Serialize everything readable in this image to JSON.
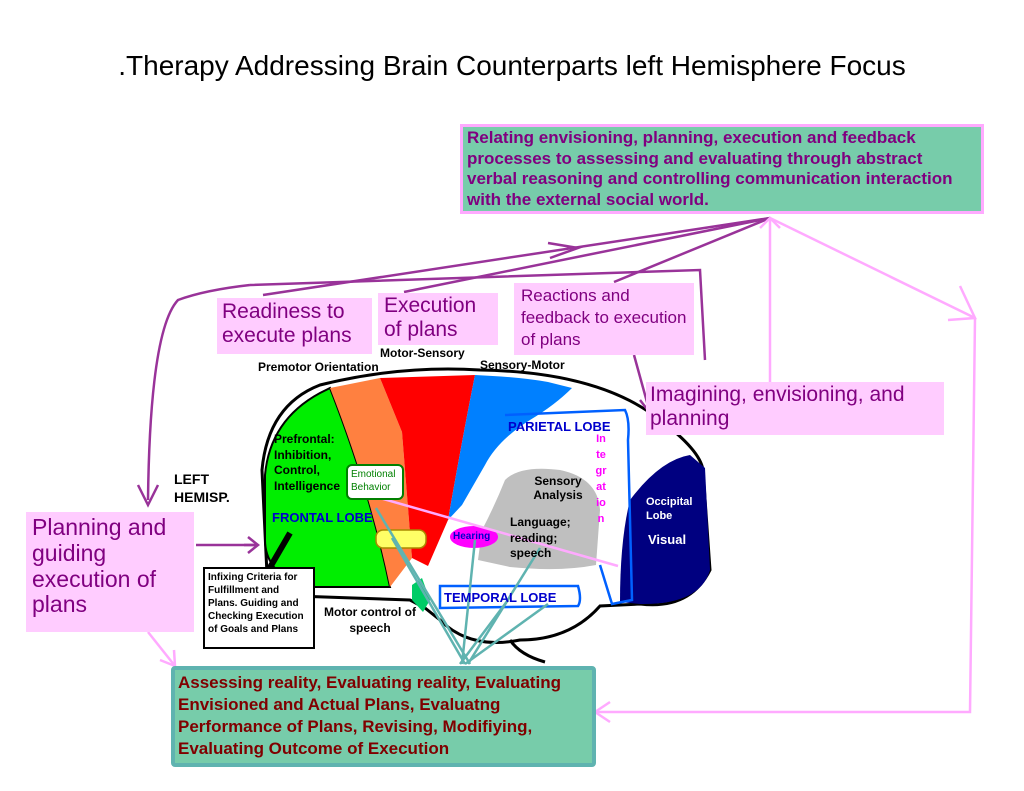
{
  "title": ".Therapy Addressing Brain Counterparts left Hemisphere Focus",
  "boxes": {
    "top": "Relating envisioning, planning, execution and feedback processes to assessing and evaluating through abstract verbal reasoning and controlling communication interaction with the external social world.",
    "bottom": "Assessing reality, Evaluating reality, Evaluating Envisioned and Actual Plans, Evaluatng Performance of Plans, Revising, Modifiying, Evaluating Outcome of Execution"
  },
  "labels": {
    "readiness": "Readiness to execute plans",
    "execution": "Execution of plans",
    "reactions": "Reactions and feedback to execution of plans",
    "imagining": "Imagining, envisioning, and planning",
    "planning": "Planning and guiding execution of plans",
    "infixing": "Infixing Criteria for Fulfillment and Plans.  Guiding and Checking Execution of Goals and Plans"
  },
  "brain": {
    "premotor": "Premotor Orientation",
    "motor_sensory": "Motor-Sensory",
    "sensory_motor": "Sensory-Motor",
    "prefrontal": "Prefrontal: Inhibition, Control, Intelligence",
    "emotional": "Emotional Behavior",
    "frontal_lobe": "FRONTAL LOBE",
    "parietal_lobe": "PARIETAL LOBE",
    "temporal_lobe": "TEMPORAL LOBE",
    "integration": "Integration",
    "sensory_analysis": "Sensory Analysis",
    "language": "Language; reading; speech",
    "hearing": "Hearing",
    "occipital": "Occipital Lobe",
    "visual": "Visual",
    "left_hemisp": "LEFT HEMISP.",
    "motor_control": "Motor control of speech"
  },
  "colors": {
    "green_box": "#77ccaa",
    "pink_label": "#ffccff",
    "purple_text": "#800080",
    "dark_red_text": "#800000",
    "frontal": "#00ee00",
    "premotor": "#ff8040",
    "motor": "#ff0000",
    "sensory": "#0080ff",
    "occipital": "#000080",
    "hearing": "#ff00ff"
  }
}
